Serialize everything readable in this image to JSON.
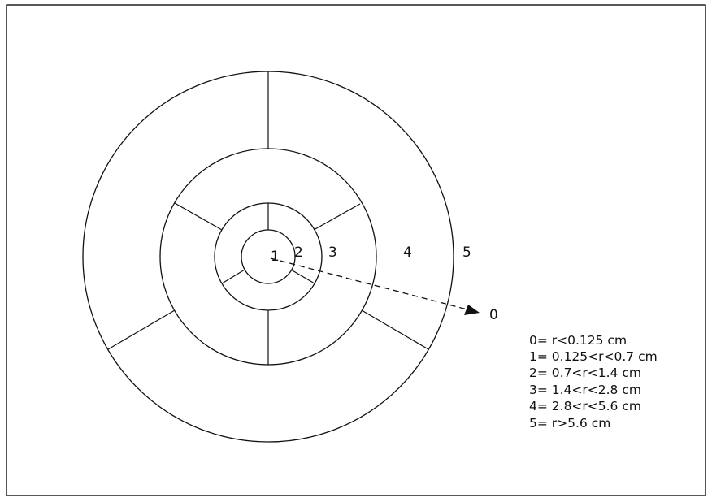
{
  "diagram": {
    "zone_labels": [
      "1",
      "2",
      "3",
      "4",
      "5"
    ],
    "center_marker": "0",
    "legend": [
      "0= r<0.125 cm",
      "1= 0.125<r<0.7 cm",
      "2= 0.7<r<1.4 cm",
      "3= 1.4<r<2.8 cm",
      "4= 2.8<r<5.6 cm",
      "5= r>5.6 cm"
    ],
    "colors": {
      "line": "#111111",
      "background": "#ffffff"
    }
  }
}
